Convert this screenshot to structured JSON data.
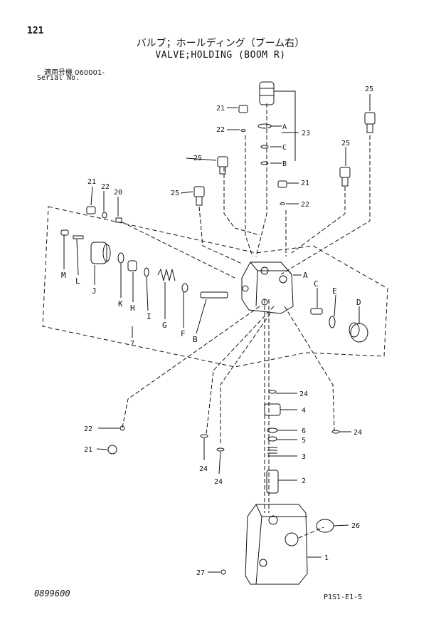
{
  "header": {
    "page_number": "121",
    "title_jp": "バルブ；ホールディング（ブーム右）",
    "title_en": "VALVE;HOLDING (BOOM R)",
    "serial_label_jp": "適用号機 060001-",
    "serial_label_en": "Serial No."
  },
  "footer": {
    "drawing_code": "0899600",
    "reference_code": "P1S1-E1-5"
  },
  "callouts": {
    "c21a": "21",
    "c22a": "22",
    "cA1": "A",
    "c23": "23",
    "cC1": "C",
    "cB1": "B",
    "c25a": "25",
    "c25b": "25",
    "c25c": "25",
    "c25d": "25",
    "c21b": "21",
    "c22b": "22",
    "c21c": "21",
    "c22c": "22",
    "c20": "20",
    "cM": "M",
    "cL": "L",
    "cJ": "J",
    "cK": "K",
    "cH": "H",
    "cI": "I",
    "cG": "G",
    "cF": "F",
    "cB2": "B",
    "c7": "7",
    "cA2": "A",
    "cC2": "C",
    "cE": "E",
    "cD": "D",
    "c24a": "24",
    "c4": "4",
    "c6": "6",
    "c5": "5",
    "c3": "3",
    "c2": "2",
    "c24b": "24",
    "c22d": "22",
    "c21d": "21",
    "c24c": "24",
    "c24d": "24",
    "c26": "26",
    "c1": "1",
    "c27": "27"
  }
}
